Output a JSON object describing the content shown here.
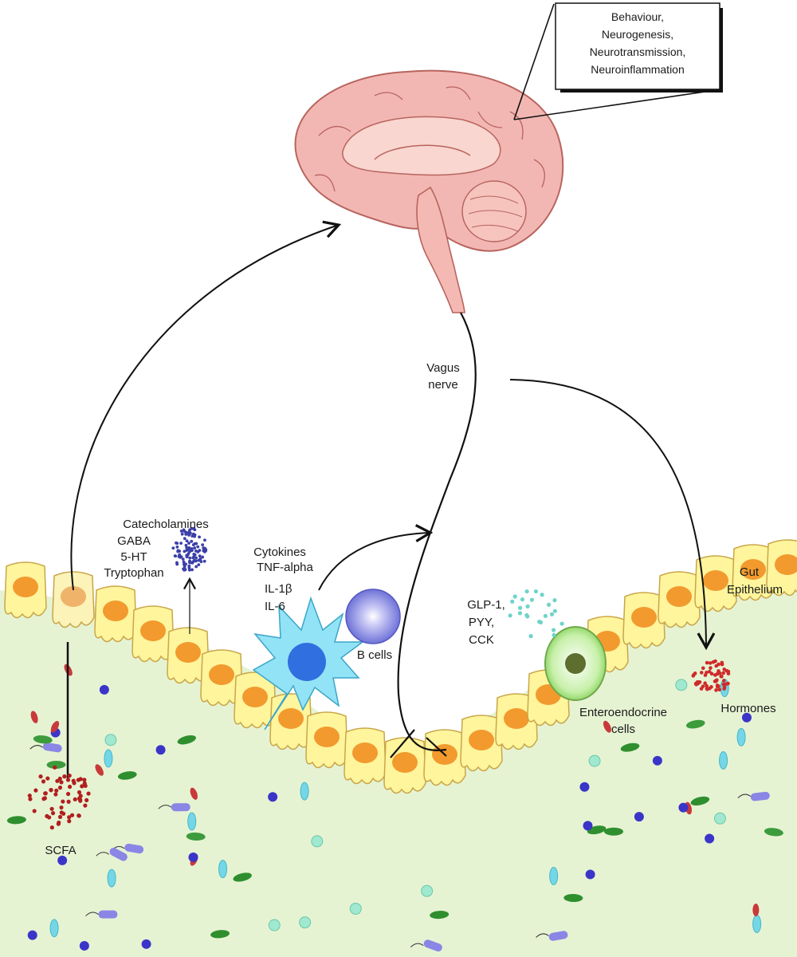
{
  "callout": {
    "lines": [
      "Behaviour,",
      "Neurogenesis,",
      "Neurotransmission,",
      "Neuroinflammation"
    ]
  },
  "labels": {
    "vagus_line1": "Vagus",
    "vagus_line2": "nerve",
    "catecholamines": "Catecholamines",
    "gaba": "GABA",
    "serotonin": "5-HT",
    "tryptophan": "Tryptophan",
    "cytokines": "Cytokines",
    "tnf_alpha": "TNF-alpha",
    "il_1b": "IL-1β",
    "il_6": "IL-6",
    "b_cells": "B cells",
    "glp1": "GLP-1,",
    "pyy": "PYY,",
    "cck": "CCK",
    "gut_line1": "Gut",
    "gut_line2": "Epithelium",
    "enteroendocrine_line1": "Enteroendocrine",
    "enteroendocrine_line2": "cells",
    "hormones": "Hormones",
    "scfa": "SCFA"
  },
  "colors": {
    "lumen": "#e6f3d3",
    "cell_body": "#fff59c",
    "cell_outline": "#c9a64a",
    "nucleus": "#f29a2e",
    "brain": "#f2b3b0",
    "brain_outline": "#b8645e",
    "neurotransmitter_dots": "#3b3fa8",
    "hormone_dots": "#cf2a2a",
    "scfa_dots": "#b11f1f",
    "glp_dots": "#6fd3c9",
    "dendritic_cell": "#8fe0f5",
    "dendritic_nucleus": "#2f6fe0",
    "b_cell": "#6f73d8",
    "enteroendocrine_cell": "#9be07a"
  }
}
